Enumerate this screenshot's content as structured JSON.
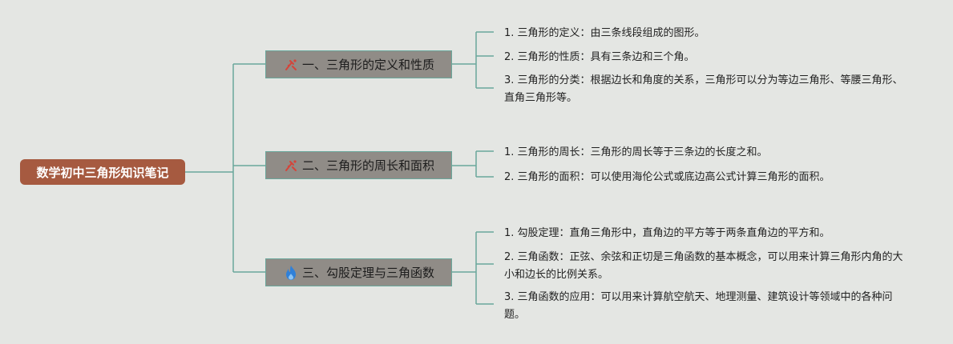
{
  "root": {
    "label": "数学初中三角形知识笔记"
  },
  "branches": [
    {
      "icon": "tools-icon",
      "icon_color": "#d4453b",
      "label": "一、三角形的定义和性质",
      "leaves": [
        "1. 三角形的定义：由三条线段组成的图形。",
        "2. 三角形的性质：具有三条边和三个角。",
        "3. 三角形的分类：根据边长和角度的关系，三角形可以分为等边三角形、等腰三角形、直角三角形等。"
      ]
    },
    {
      "icon": "tools-icon",
      "icon_color": "#d4453b",
      "label": "二、三角形的周长和面积",
      "leaves": [
        "1. 三角形的周长：三角形的周长等于三条边的长度之和。",
        "2. 三角形的面积：可以使用海伦公式或底边高公式计算三角形的面积。"
      ]
    },
    {
      "icon": "flame-icon",
      "icon_color": "#2f80d9",
      "label": "三、勾股定理与三角函数",
      "leaves": [
        "1. 勾股定理：直角三角形中，直角边的平方等于两条直角边的平方和。",
        "2. 三角函数：正弦、余弦和正切是三角函数的基本概念，可以用来计算三角形内角的大小和边长的比例关系。",
        "3. 三角函数的应用：可以用来计算航空航天、地理测量、建筑设计等领域中的各种问题。"
      ]
    }
  ],
  "colors": {
    "background": "#e4e6e3",
    "root_fill": "#a65a40",
    "branch_fill": "#908c87",
    "connector": "#6aa79b"
  }
}
